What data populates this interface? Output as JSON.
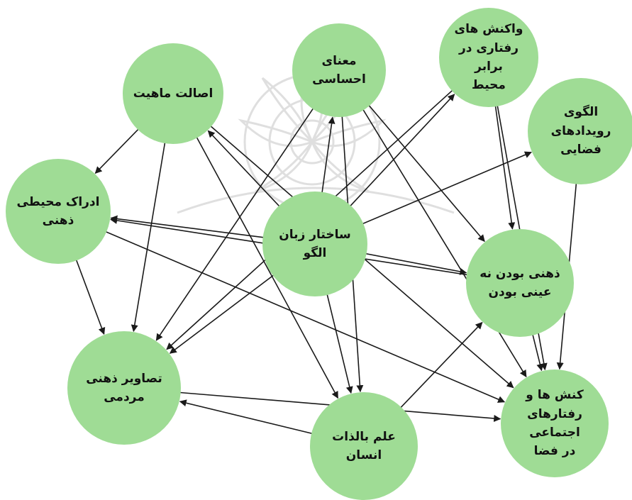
{
  "diagram": {
    "colors": {
      "node_fill": "#9fdc95",
      "edge": "#1a1a1a",
      "text": "#111111",
      "watermark": "#d8d8d8"
    },
    "nodes": [
      {
        "id": "n1",
        "label": "اصالت ماهیت"
      },
      {
        "id": "n2",
        "label": "معنای\nاحساسی"
      },
      {
        "id": "n3",
        "label": "واکنش های\nرفتاری در برابر\nمحیط"
      },
      {
        "id": "n4",
        "label": "الگوی رویدادهای\nفضایی"
      },
      {
        "id": "n5",
        "label": "ادراک محیطی\nذهنی"
      },
      {
        "id": "n6",
        "label": "ساختار زبان\nالگو"
      },
      {
        "id": "n7",
        "label": "ذهنی بودن نه\nعینی بودن"
      },
      {
        "id": "n8",
        "label": "تصاویر ذهنی\nمردمی"
      },
      {
        "id": "n9",
        "label": "علم بالذات\nانسان"
      },
      {
        "id": "n10",
        "label": "کنش ها و\nرفتارهای اجتماعی\nدر فضا"
      }
    ],
    "edges": [
      {
        "from": "n1",
        "to": "n5"
      },
      {
        "from": "n1",
        "to": "n8"
      },
      {
        "from": "n1",
        "to": "n9"
      },
      {
        "from": "n1",
        "to": "n10"
      },
      {
        "from": "n2",
        "to": "n8"
      },
      {
        "from": "n2",
        "to": "n9"
      },
      {
        "from": "n2",
        "to": "n7"
      },
      {
        "from": "n2",
        "to": "n10"
      },
      {
        "from": "n3",
        "to": "n8"
      },
      {
        "from": "n3",
        "to": "n7"
      },
      {
        "from": "n3",
        "to": "n10"
      },
      {
        "from": "n4",
        "to": "n10"
      },
      {
        "from": "n5",
        "to": "n8"
      },
      {
        "from": "n5",
        "to": "n10"
      },
      {
        "from": "n6",
        "to": "n1"
      },
      {
        "from": "n6",
        "to": "n2"
      },
      {
        "from": "n6",
        "to": "n3"
      },
      {
        "from": "n6",
        "to": "n4"
      },
      {
        "from": "n6",
        "to": "n5"
      },
      {
        "from": "n6",
        "to": "n7"
      },
      {
        "from": "n6",
        "to": "n8"
      },
      {
        "from": "n6",
        "to": "n9"
      },
      {
        "from": "n7",
        "to": "n10"
      },
      {
        "from": "n7",
        "to": "n5"
      },
      {
        "from": "n8",
        "to": "n10"
      },
      {
        "from": "n9",
        "to": "n8"
      },
      {
        "from": "n9",
        "to": "n7"
      }
    ]
  }
}
